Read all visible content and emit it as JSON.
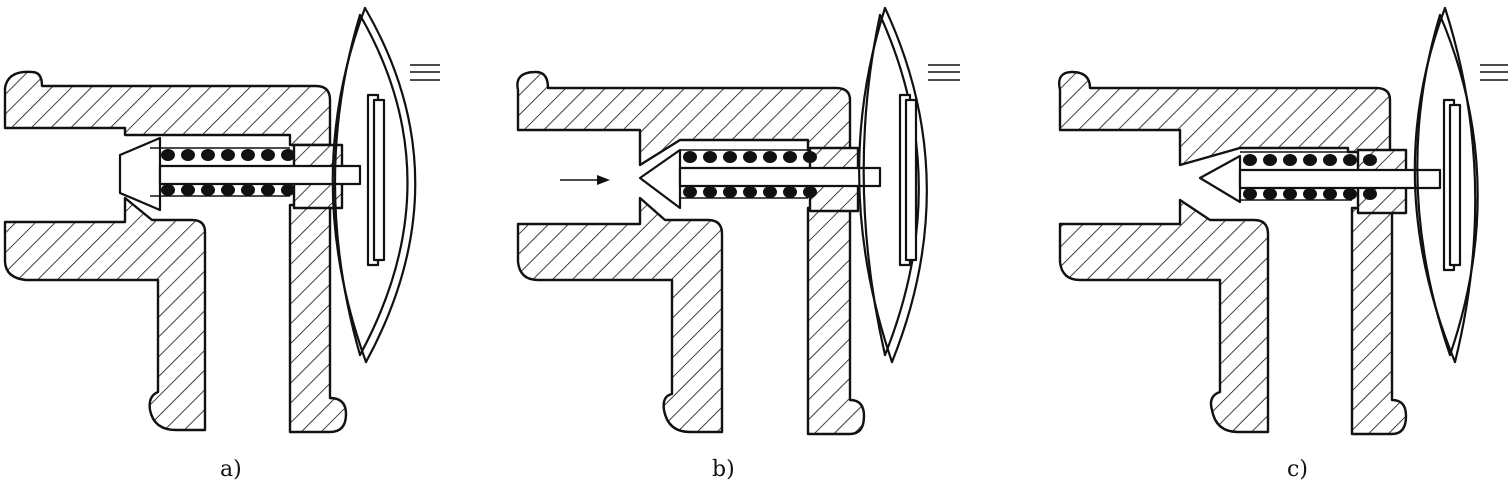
{
  "figure": {
    "panels": [
      {
        "id": "a",
        "caption": "a)",
        "state": "closed",
        "show_arrow": false
      },
      {
        "id": "b",
        "caption": "b)",
        "state": "pushed",
        "show_arrow": true
      },
      {
        "id": "c",
        "caption": "c)",
        "state": "released",
        "show_arrow": false
      }
    ],
    "colors": {
      "ink": "#111111",
      "background": "#ffffff"
    }
  }
}
